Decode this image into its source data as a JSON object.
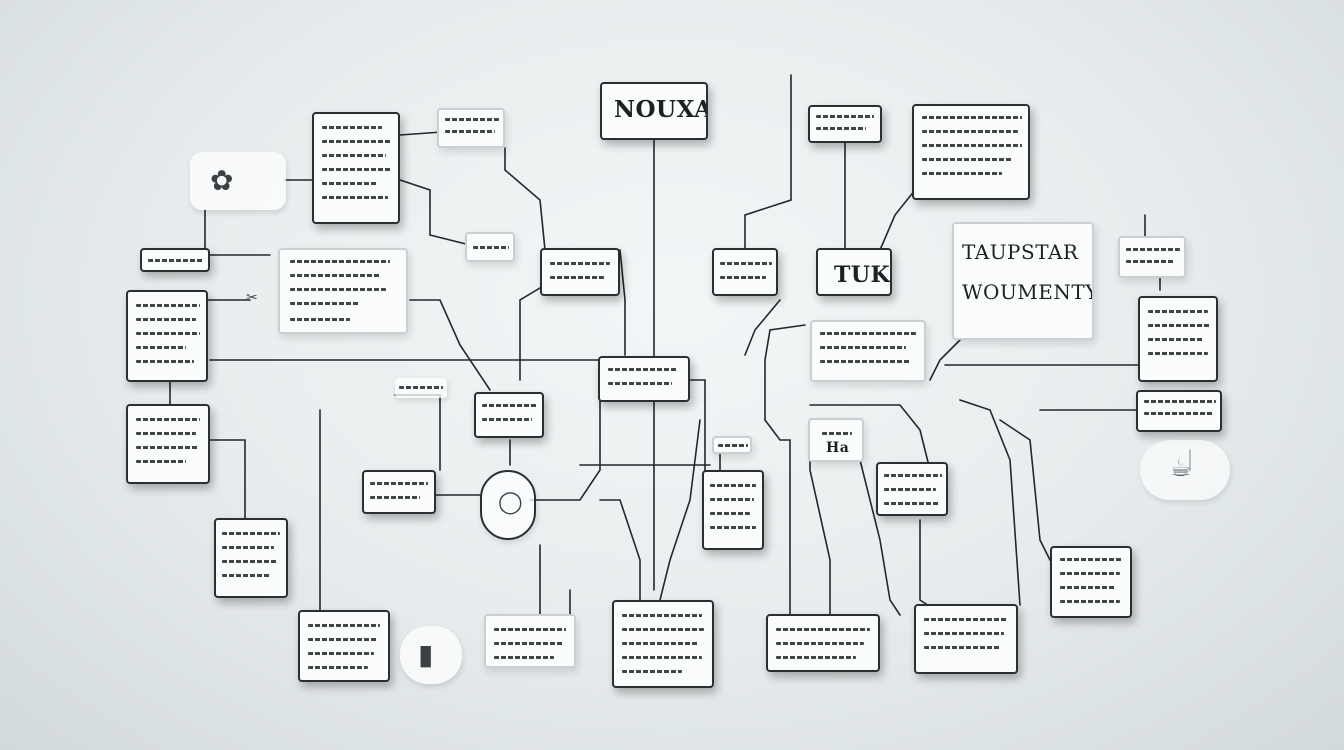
{
  "diagram": {
    "title_node": "NOUXA",
    "label_nodes": [
      {
        "id": "tuk",
        "text": "TUK"
      },
      {
        "id": "ha",
        "text": "Ha"
      },
      {
        "id": "banner_line1",
        "text": "TAUPSTAR"
      },
      {
        "id": "banner_line2",
        "text": "WOUMENTY"
      }
    ],
    "colors": {
      "background": "#e9eeef",
      "ink": "#22282b",
      "card": "#fbfcfc"
    },
    "icons": [
      "plant-sketch-icon",
      "cup-icon",
      "ring-icon",
      "device-icon",
      "scissors-icon"
    ]
  }
}
